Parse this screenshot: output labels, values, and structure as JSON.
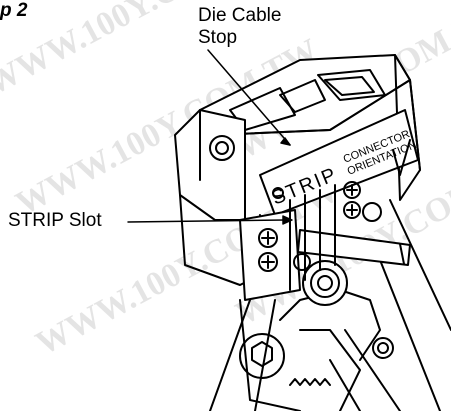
{
  "step_label": "p 2",
  "callouts": {
    "die_cable_stop_line1": "Die Cable",
    "die_cable_stop_line2": "Stop",
    "strip_slot": "STRIP Slot"
  },
  "tool_markings": {
    "strip_text": "STRIP",
    "connector_text": "CONNECTOR",
    "orientation_text": "ORIENTATION"
  },
  "watermark": {
    "text": "WWW.100Y.COM.TW"
  }
}
